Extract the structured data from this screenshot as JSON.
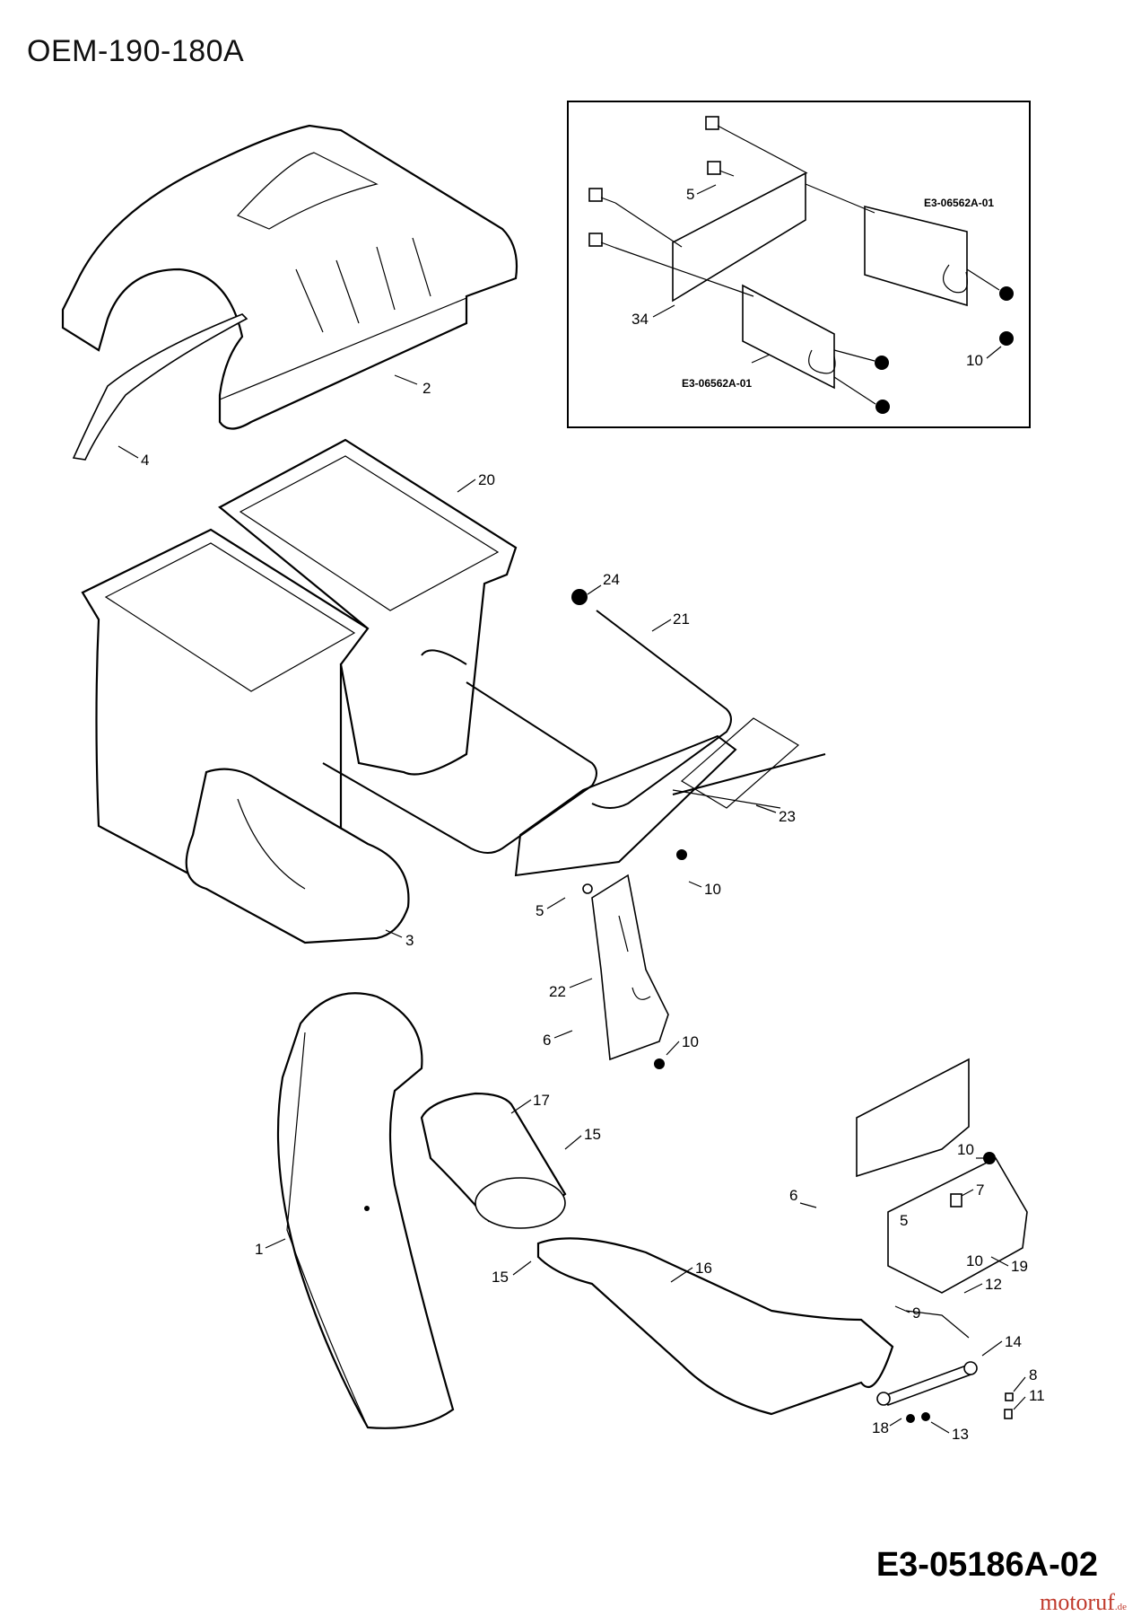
{
  "diagram_title": "OEM-190-180A",
  "drawing_code": "E3-05186A-02",
  "watermark": {
    "brand": "motoruf",
    "suffix": ".de",
    "color": "#c0392b"
  },
  "inset": {
    "ref_top": "E3-06562A-01",
    "ref_bottom": "E3-06562A-01",
    "labels": [
      "5",
      "34",
      "10"
    ]
  },
  "callouts": {
    "c1": "1",
    "c2": "2",
    "c3": "3",
    "c4": "4",
    "c5a": "5",
    "c5b": "5",
    "c6a": "6",
    "c6b": "6",
    "c7": "7",
    "c8": "8",
    "c9": "9",
    "c10a": "10",
    "c10b": "10",
    "c10c": "10",
    "c10d": "10",
    "c11": "11",
    "c12": "12",
    "c13": "13",
    "c14": "14",
    "c15a": "15",
    "c15b": "15",
    "c16": "16",
    "c17": "17",
    "c18": "18",
    "c19": "19",
    "c20": "20",
    "c21": "21",
    "c22": "22",
    "c23": "23",
    "c24": "24"
  }
}
